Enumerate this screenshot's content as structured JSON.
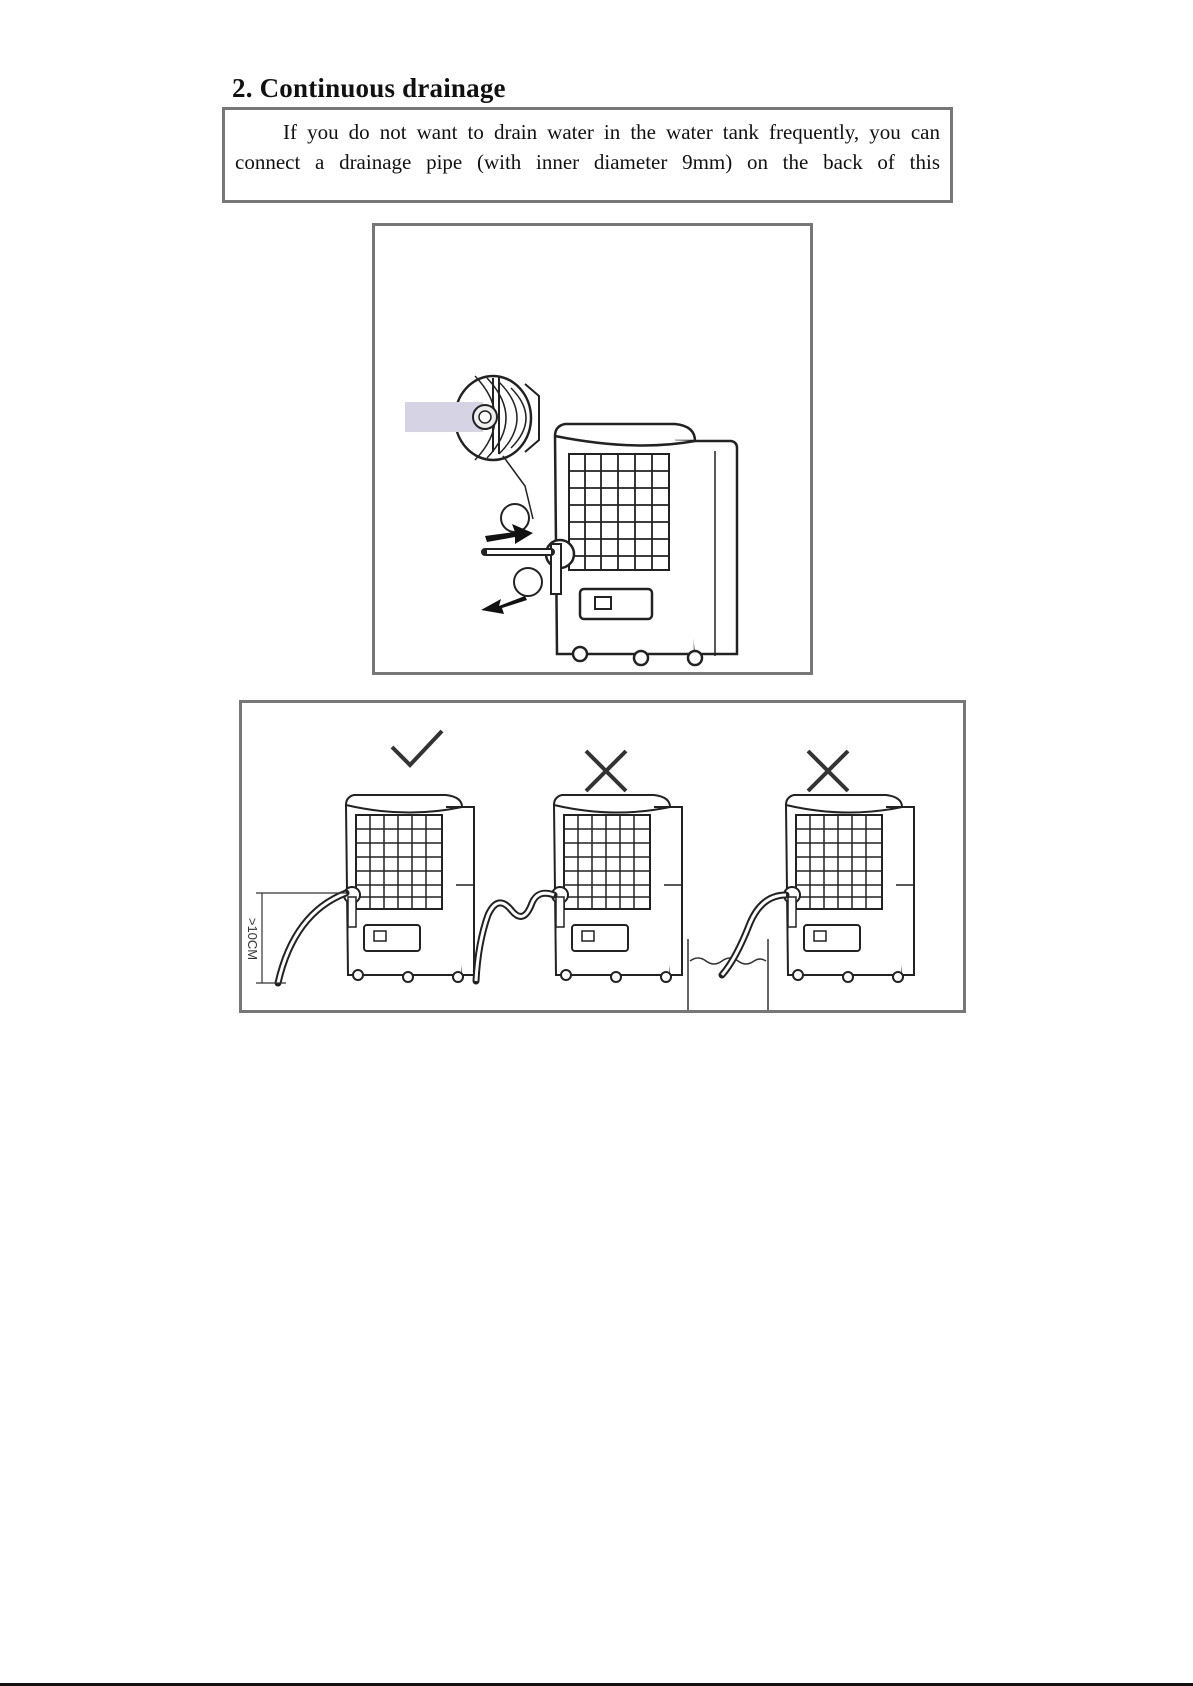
{
  "section": {
    "heading": "2.  Continuous drainage",
    "intro_line1": "If you do not want to drain water in the water tank frequently, you can",
    "intro_line2": "connect a drainage pipe (with inner diameter 9mm) on the back of this"
  },
  "figure_install": {
    "step_markers": [
      "",
      ""
    ]
  },
  "figure_placement": {
    "panels": [
      {
        "verdict": "correct",
        "mark": "check-icon",
        "height_label": ">10CM"
      },
      {
        "verdict": "wrong",
        "mark": "cross-icon"
      },
      {
        "verdict": "wrong",
        "mark": "cross-icon"
      }
    ]
  }
}
